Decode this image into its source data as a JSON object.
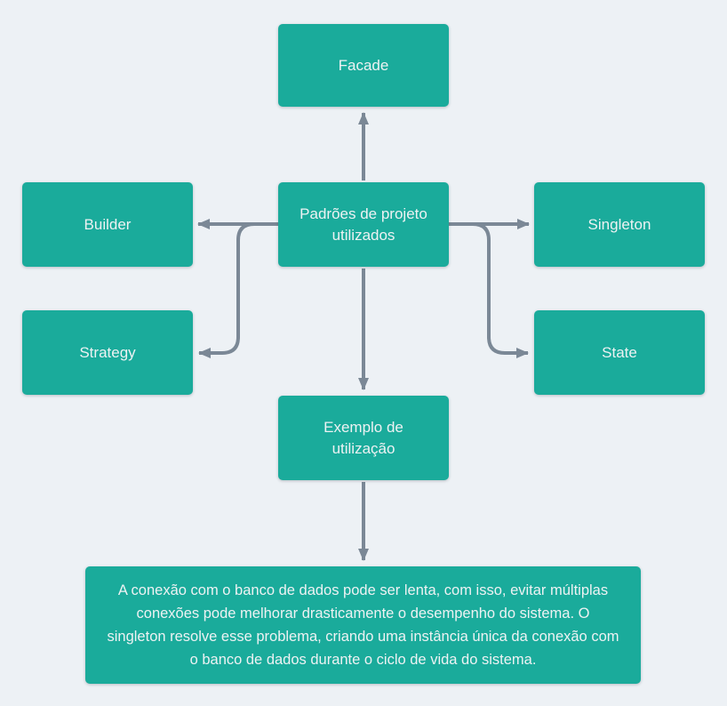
{
  "diagram": {
    "colors": {
      "background": "#edf1f5",
      "node_fill": "#1aab9b",
      "arrow": "#7b8896",
      "node_text": "#edf2f3"
    },
    "nodes": {
      "facade": {
        "label": "Facade"
      },
      "builder": {
        "label": "Builder"
      },
      "patterns": {
        "label": "Padrões de projeto utilizados"
      },
      "singleton": {
        "label": "Singleton"
      },
      "strategy": {
        "label": "Strategy"
      },
      "state": {
        "label": "State"
      },
      "example": {
        "label": "Exemplo de utilização"
      },
      "description": {
        "label": "A conexão com o banco de dados pode ser lenta, com isso, evitar múltiplas conexões pode melhorar drasticamente o desempenho do sistema. O singleton resolve esse problema, criando uma instância única da conexão com o banco de dados durante o ciclo de vida do sistema."
      }
    },
    "edges": [
      {
        "from": "patterns",
        "to": "facade"
      },
      {
        "from": "patterns",
        "to": "builder"
      },
      {
        "from": "patterns",
        "to": "strategy"
      },
      {
        "from": "patterns",
        "to": "singleton"
      },
      {
        "from": "patterns",
        "to": "state"
      },
      {
        "from": "patterns",
        "to": "example"
      },
      {
        "from": "example",
        "to": "description"
      }
    ]
  }
}
